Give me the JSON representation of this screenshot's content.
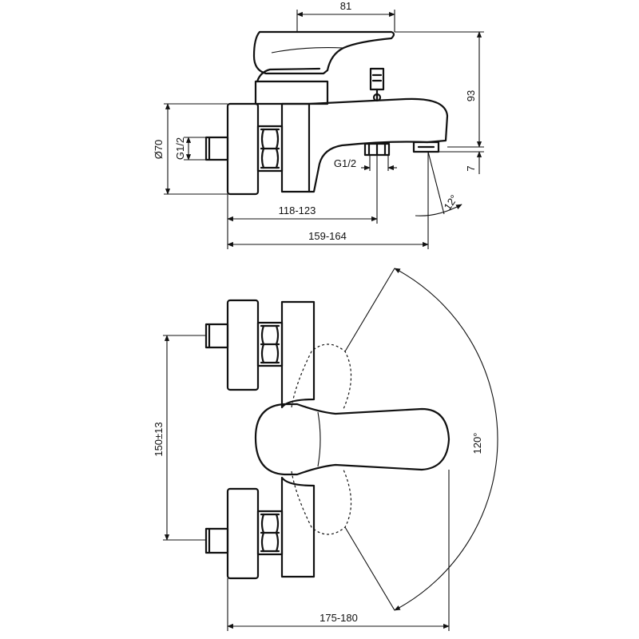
{
  "dimensions": {
    "handle_length": "81",
    "height": "93",
    "rosette_diameter": "Ø70",
    "inlet_thread": "G1/2",
    "outlet_thread": "G1/2",
    "offset_small": "7",
    "spout_angle": "12°",
    "depth_outlet": "118-123",
    "depth_total": "159-164",
    "centers": "150±13",
    "lever_rotation": "120°",
    "overall_width": "175-180"
  }
}
